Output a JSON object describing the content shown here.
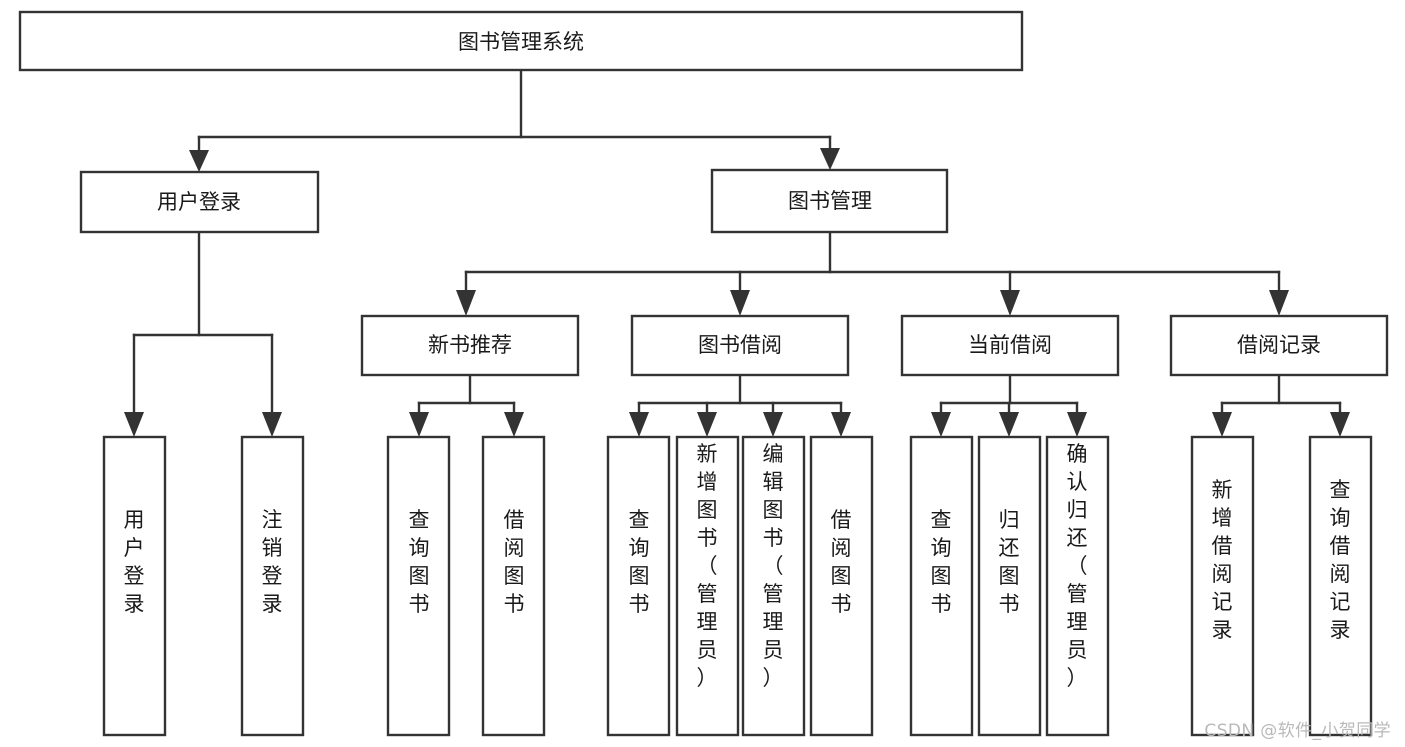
{
  "diagram": {
    "title": "图书管理系统",
    "type": "tree",
    "watermark": "CSDN @软件_小贺同学",
    "colors": {
      "stroke": "#333333",
      "fill": "#ffffff",
      "text": "#1a1a1a",
      "watermark": "#b9b9b9"
    },
    "levels": {
      "root": {
        "label": "图书管理系统"
      },
      "level2": [
        {
          "id": "user-login",
          "label": "用户登录"
        },
        {
          "id": "book-manage",
          "label": "图书管理"
        }
      ],
      "level3": [
        {
          "id": "new-book-recommend",
          "label": "新书推荐",
          "parent": "book-manage"
        },
        {
          "id": "book-borrow",
          "label": "图书借阅",
          "parent": "book-manage"
        },
        {
          "id": "current-borrow",
          "label": "当前借阅",
          "parent": "book-manage"
        },
        {
          "id": "borrow-record",
          "label": "借阅记录",
          "parent": "book-manage"
        }
      ],
      "leaves": [
        {
          "id": "leaf-user-login",
          "label": "用户登录",
          "parent": "user-login"
        },
        {
          "id": "leaf-logout",
          "label": "注销登录",
          "parent": "user-login"
        },
        {
          "id": "leaf-query-book-1",
          "label": "查询图书",
          "parent": "new-book-recommend"
        },
        {
          "id": "leaf-borrow-book-1",
          "label": "借阅图书",
          "parent": "new-book-recommend"
        },
        {
          "id": "leaf-query-book-2",
          "label": "查询图书",
          "parent": "book-borrow"
        },
        {
          "id": "leaf-add-book",
          "label": "新增图书（管理员）",
          "parent": "book-borrow"
        },
        {
          "id": "leaf-edit-book",
          "label": "编辑图书（管理员）",
          "parent": "book-borrow"
        },
        {
          "id": "leaf-borrow-book-2",
          "label": "借阅图书",
          "parent": "book-borrow"
        },
        {
          "id": "leaf-query-book-3",
          "label": "查询图书",
          "parent": "current-borrow"
        },
        {
          "id": "leaf-return-book",
          "label": "归还图书",
          "parent": "current-borrow"
        },
        {
          "id": "leaf-confirm-return",
          "label": "确认归还（管理员）",
          "parent": "current-borrow"
        },
        {
          "id": "leaf-add-record",
          "label": "新增借阅记录",
          "parent": "borrow-record"
        },
        {
          "id": "leaf-query-record",
          "label": "查询借阅记录",
          "parent": "borrow-record"
        }
      ]
    }
  }
}
